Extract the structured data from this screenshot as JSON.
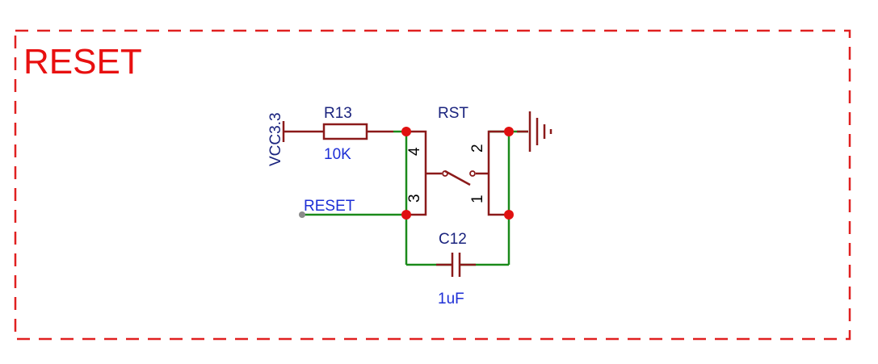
{
  "sheet": {
    "title": "RESET",
    "frame_color": "#e02020"
  },
  "colors": {
    "wire": "#1a8a1a",
    "component": "#8b1a1a",
    "junction": "#e01010",
    "designator": "#1a237e",
    "value": "#1e2fd6"
  },
  "power": {
    "net": "VCC3.3",
    "icon": "power-bar-icon"
  },
  "ground": {
    "icon": "ground-icon"
  },
  "resistor": {
    "designator": "R13",
    "value": "10K"
  },
  "switch": {
    "designator": "RST",
    "pins": [
      "4",
      "3",
      "2",
      "1"
    ],
    "icon": "pushbutton-switch-icon"
  },
  "capacitor": {
    "designator": "C12",
    "value": "1uF"
  },
  "net_label": {
    "name": "RESET"
  }
}
